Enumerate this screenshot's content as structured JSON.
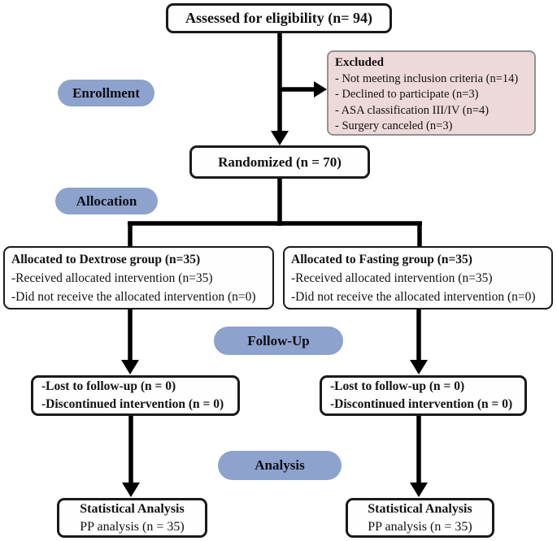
{
  "diagram": {
    "assessed_box": {
      "label": "Assessed for eligibility (n= 94)"
    },
    "excluded_box": {
      "title": "Excluded",
      "items": [
        "- Not meeting inclusion criteria (n=14)",
        "- Declined to participate (n=3)",
        "- ASA classification III/IV (n=4)",
        "- Surgery canceled (n=3)"
      ]
    },
    "stage_labels": {
      "enrollment": "Enrollment",
      "allocation": "Allocation",
      "followup": "Follow-Up",
      "analysis": "Analysis"
    },
    "randomized_box": {
      "label": "Randomized (n = 70)"
    },
    "allocation_left": {
      "title": "Allocated to Dextrose group (n=35)",
      "items": [
        "-Received allocated intervention (n=35)",
        "-Did not receive the allocated intervention (n=0)"
      ]
    },
    "allocation_right": {
      "title": "Allocated to Fasting group (n=35)",
      "items": [
        "-Received allocated intervention (n=35)",
        "-Did not receive the allocated intervention (n=0)"
      ]
    },
    "followup_left": {
      "items": [
        "-Lost to follow-up (n = 0)",
        "-Discontinued intervention (n = 0)"
      ]
    },
    "followup_right": {
      "items": [
        "-Lost to follow-up (n = 0)",
        "-Discontinued intervention (n = 0)"
      ]
    },
    "analysis_left": {
      "title": "Statistical Analysis",
      "subtitle": "PP analysis (n = 35)"
    },
    "analysis_right": {
      "title": "Statistical Analysis",
      "subtitle": "PP analysis (n = 35)"
    },
    "colors": {
      "stage_pill": "#8da2cc",
      "excluded_fill": "#eed9da",
      "excluded_border": "#919191",
      "box_border": "#1a1a1a",
      "connector": "#000000"
    }
  }
}
